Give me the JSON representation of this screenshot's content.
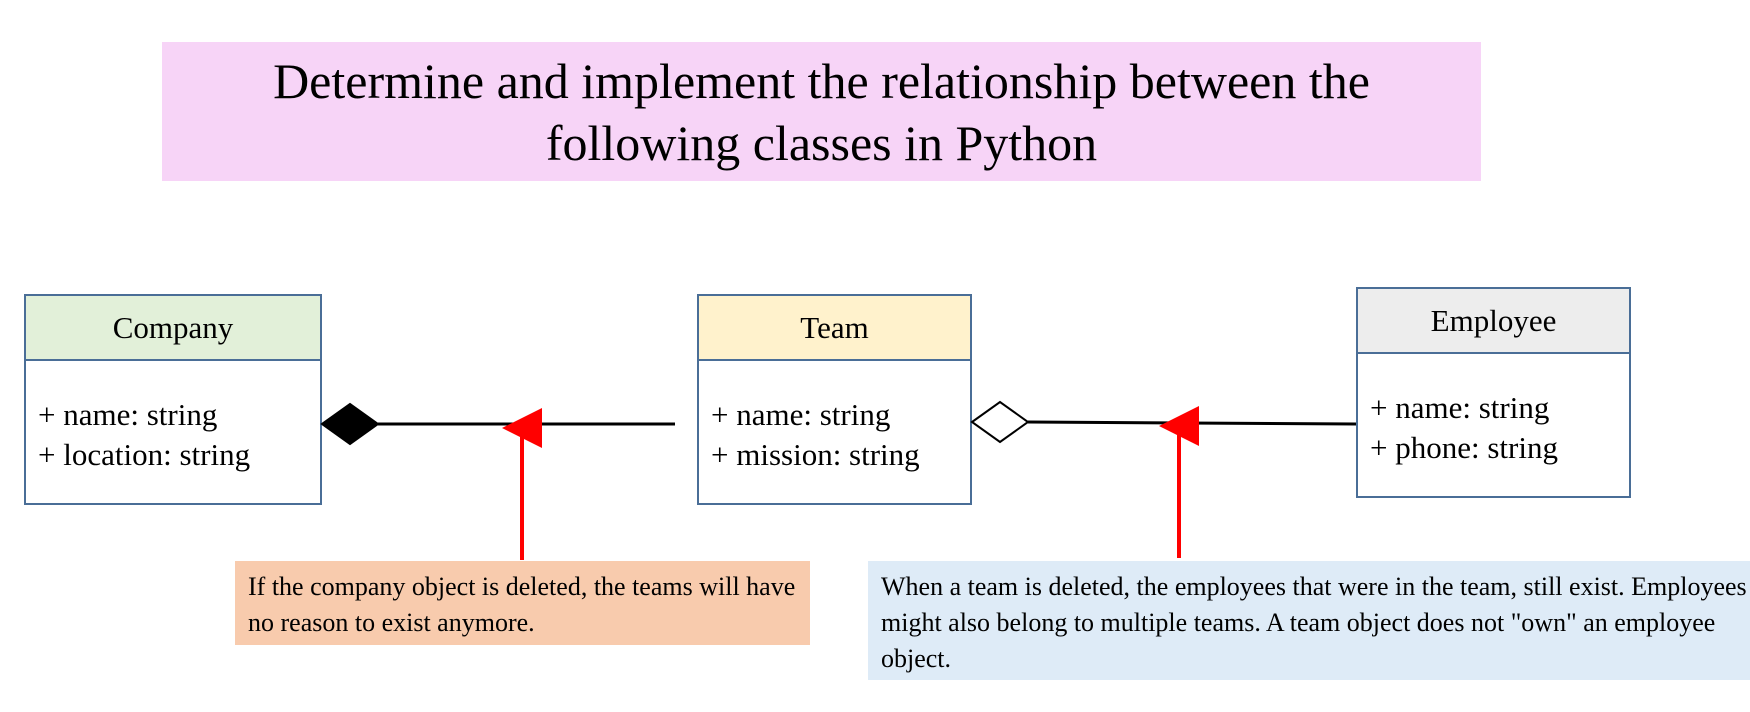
{
  "title": "Determine and implement the relationship between the following classes in Python",
  "classes": {
    "company": {
      "name": "Company",
      "attributes": [
        "+ name: string",
        "+ location: string"
      ]
    },
    "team": {
      "name": "Team",
      "attributes": [
        "+ name: string",
        "+ mission: string"
      ]
    },
    "employee": {
      "name": "Employee",
      "attributes": [
        "+ name: string",
        "+ phone: string"
      ]
    }
  },
  "notes": {
    "composition": "If the company object is deleted, the teams will have no reason to exist anymore.",
    "aggregation": "When a team is deleted, the employees that were in the team, still exist. Employees might also belong to multiple teams. A team object does not \"own\" an employee object."
  },
  "relationships": [
    {
      "from": "Company",
      "to": "Team",
      "kind": "composition",
      "diamond": "filled"
    },
    {
      "from": "Team",
      "to": "Employee",
      "kind": "aggregation",
      "diamond": "hollow"
    }
  ],
  "colors": {
    "title_bg": "#f7d4f7",
    "company_header": "#e2f0d9",
    "team_header": "#fff2cc",
    "employee_header": "#ededed",
    "class_border": "#4a6e97",
    "note_composition_bg": "#f8cbad",
    "note_aggregation_bg": "#deebf7",
    "pointer_arrow": "#ff0000"
  }
}
